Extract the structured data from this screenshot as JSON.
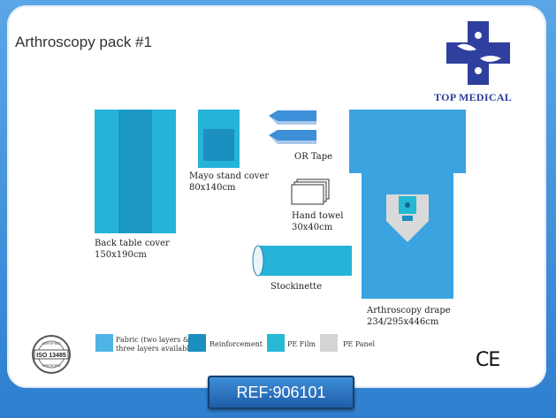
{
  "title": "Arthroscopy pack #1",
  "brand": "TOP MEDICAL",
  "items": {
    "back_table": {
      "line1": "Back table cover",
      "line2": "150x190cm"
    },
    "mayo": {
      "line1": "Mayo stand cover",
      "line2": "80x140cm"
    },
    "or_tape": {
      "line1": "OR Tape"
    },
    "hand_towel": {
      "line1": "Hand towel",
      "line2": "30x40cm"
    },
    "stockinette": {
      "line1": "Stockinette"
    },
    "drape": {
      "line1": "Arthroscopy drape",
      "line2": "234/295x446cm"
    }
  },
  "legend": [
    {
      "line1": "Fabric (two layers &",
      "line2": "three layers available)",
      "color": "#4fb3e6"
    },
    {
      "line1": "Reinforcement",
      "line2": "",
      "color": "#1b8fc0"
    },
    {
      "line1": "PE Film",
      "line2": "",
      "color": "#25b9d4"
    },
    {
      "line1": "PE Panel",
      "line2": "",
      "color": "#d4d4d4"
    }
  ],
  "iso": {
    "top": "CERTIFIED",
    "mid": "ISO 13485",
    "bottom": "CERTIFIED"
  },
  "ce": "CE",
  "ref": "REF:906101",
  "colors": {
    "frame": "#3a8fd6",
    "fabric": "#25b4d8",
    "reinforcement": "#1b8fc0",
    "drape": "#3aa3e0"
  }
}
